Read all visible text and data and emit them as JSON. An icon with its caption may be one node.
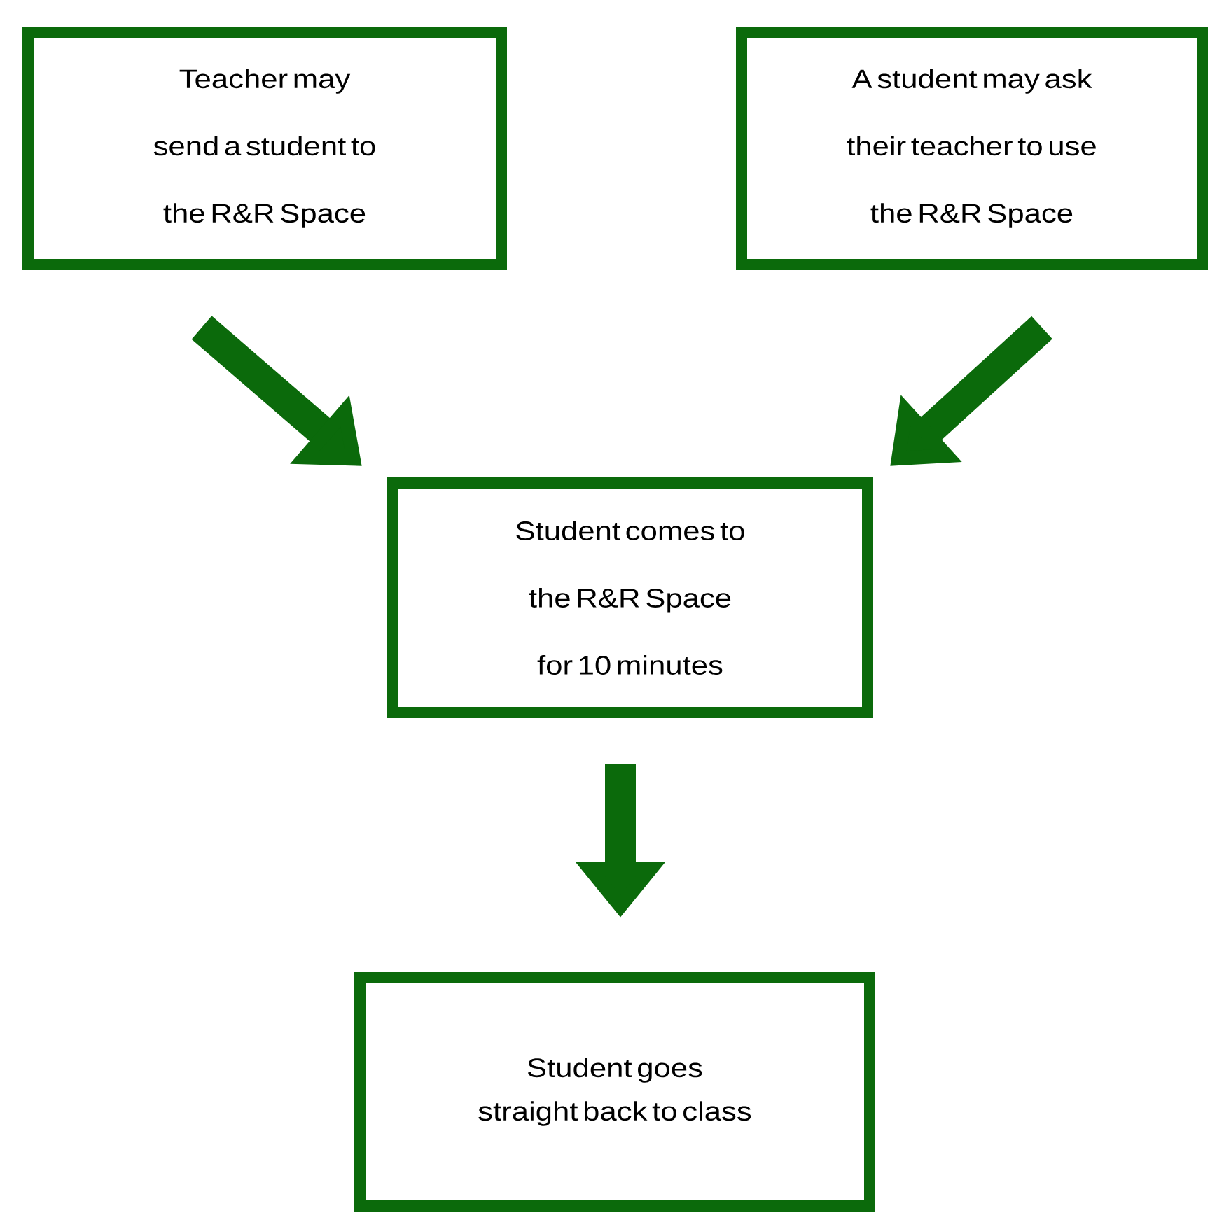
{
  "diagram": {
    "nodes": [
      {
        "text": [
          "Teacher may send a student to the R&R Space"
        ]
      },
      {
        "text": [
          "A student may ask their teacher to use the R&R Space"
        ]
      },
      {
        "text": [
          "Student comes to the R&R Space for 10 minutes"
        ]
      },
      {
        "text": [
          "Student goes straight back to class"
        ]
      }
    ],
    "edges": [
      {
        "from": 0,
        "to": 2,
        "arrow": "to"
      },
      {
        "from": 1,
        "to": 2,
        "arrow": "to"
      },
      {
        "from": 2,
        "to": 3,
        "arrow": "to"
      }
    ]
  }
}
